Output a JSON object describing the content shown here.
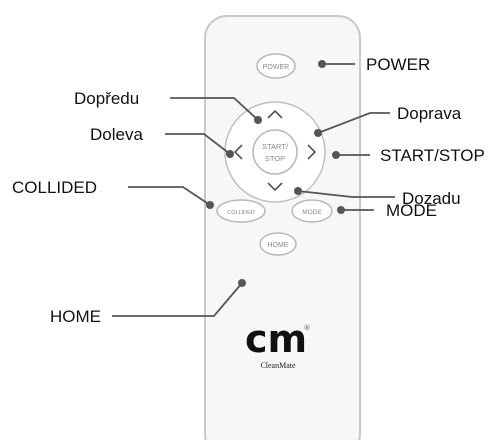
{
  "remote": {
    "buttons": {
      "power": "POWER",
      "start_stop_line1": "START/",
      "start_stop_line2": "STOP",
      "collided": "COLLIDED",
      "mode": "MODE",
      "home": "HOME"
    },
    "logo": {
      "mark": "cm",
      "registered": "®",
      "wordmark": "CleanMate"
    }
  },
  "labels": {
    "power": "POWER",
    "forward": "Dopředu",
    "left": "Doleva",
    "right": "Doprava",
    "start_stop": "START/STOP",
    "backward": "Dozadu",
    "collided": "COLLIDED",
    "mode": "MODE",
    "home": "HOME"
  },
  "colors": {
    "remote_body": "#f7f7f7",
    "remote_outline": "#c8c8c8",
    "button_text": "#8a8a8a",
    "leader_line": "#555555",
    "label_text": "#111111",
    "logo": "#111111"
  }
}
